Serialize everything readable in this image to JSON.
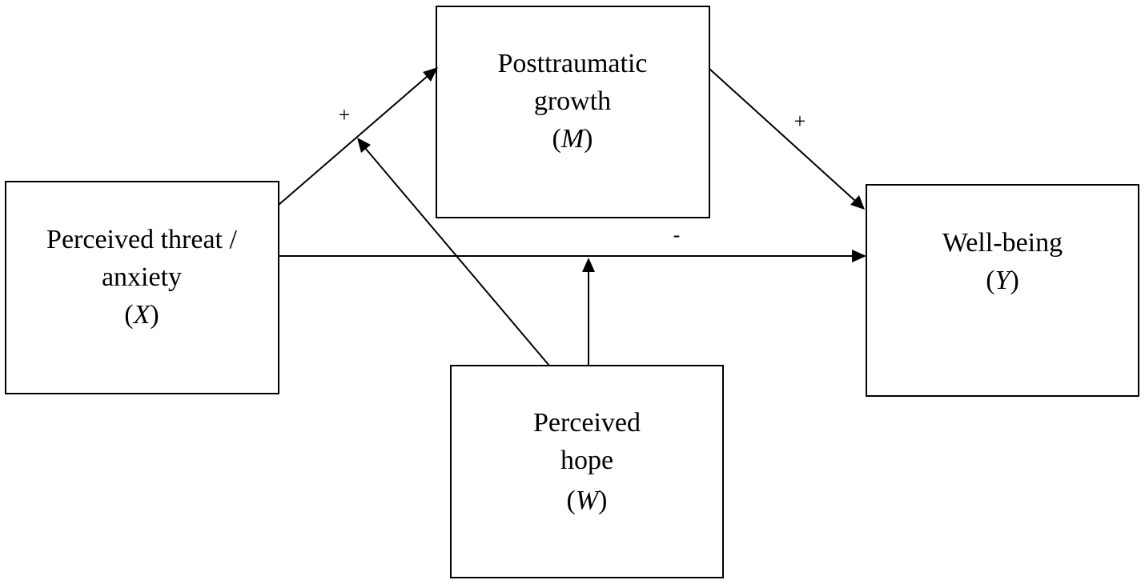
{
  "nodes": {
    "x": {
      "line1": "Perceived threat /",
      "line2": "anxiety",
      "symbol": "X"
    },
    "m": {
      "line1": "Posttraumatic",
      "line2": "growth",
      "symbol": "M"
    },
    "y": {
      "line1": "Well-being",
      "symbol": "Y"
    },
    "w": {
      "line1": "Perceived",
      "line2": "hope",
      "symbol": "W"
    }
  },
  "edges": {
    "x_to_m": {
      "sign": "+"
    },
    "m_to_y": {
      "sign": "+"
    },
    "x_to_y": {
      "sign": "-"
    }
  }
}
